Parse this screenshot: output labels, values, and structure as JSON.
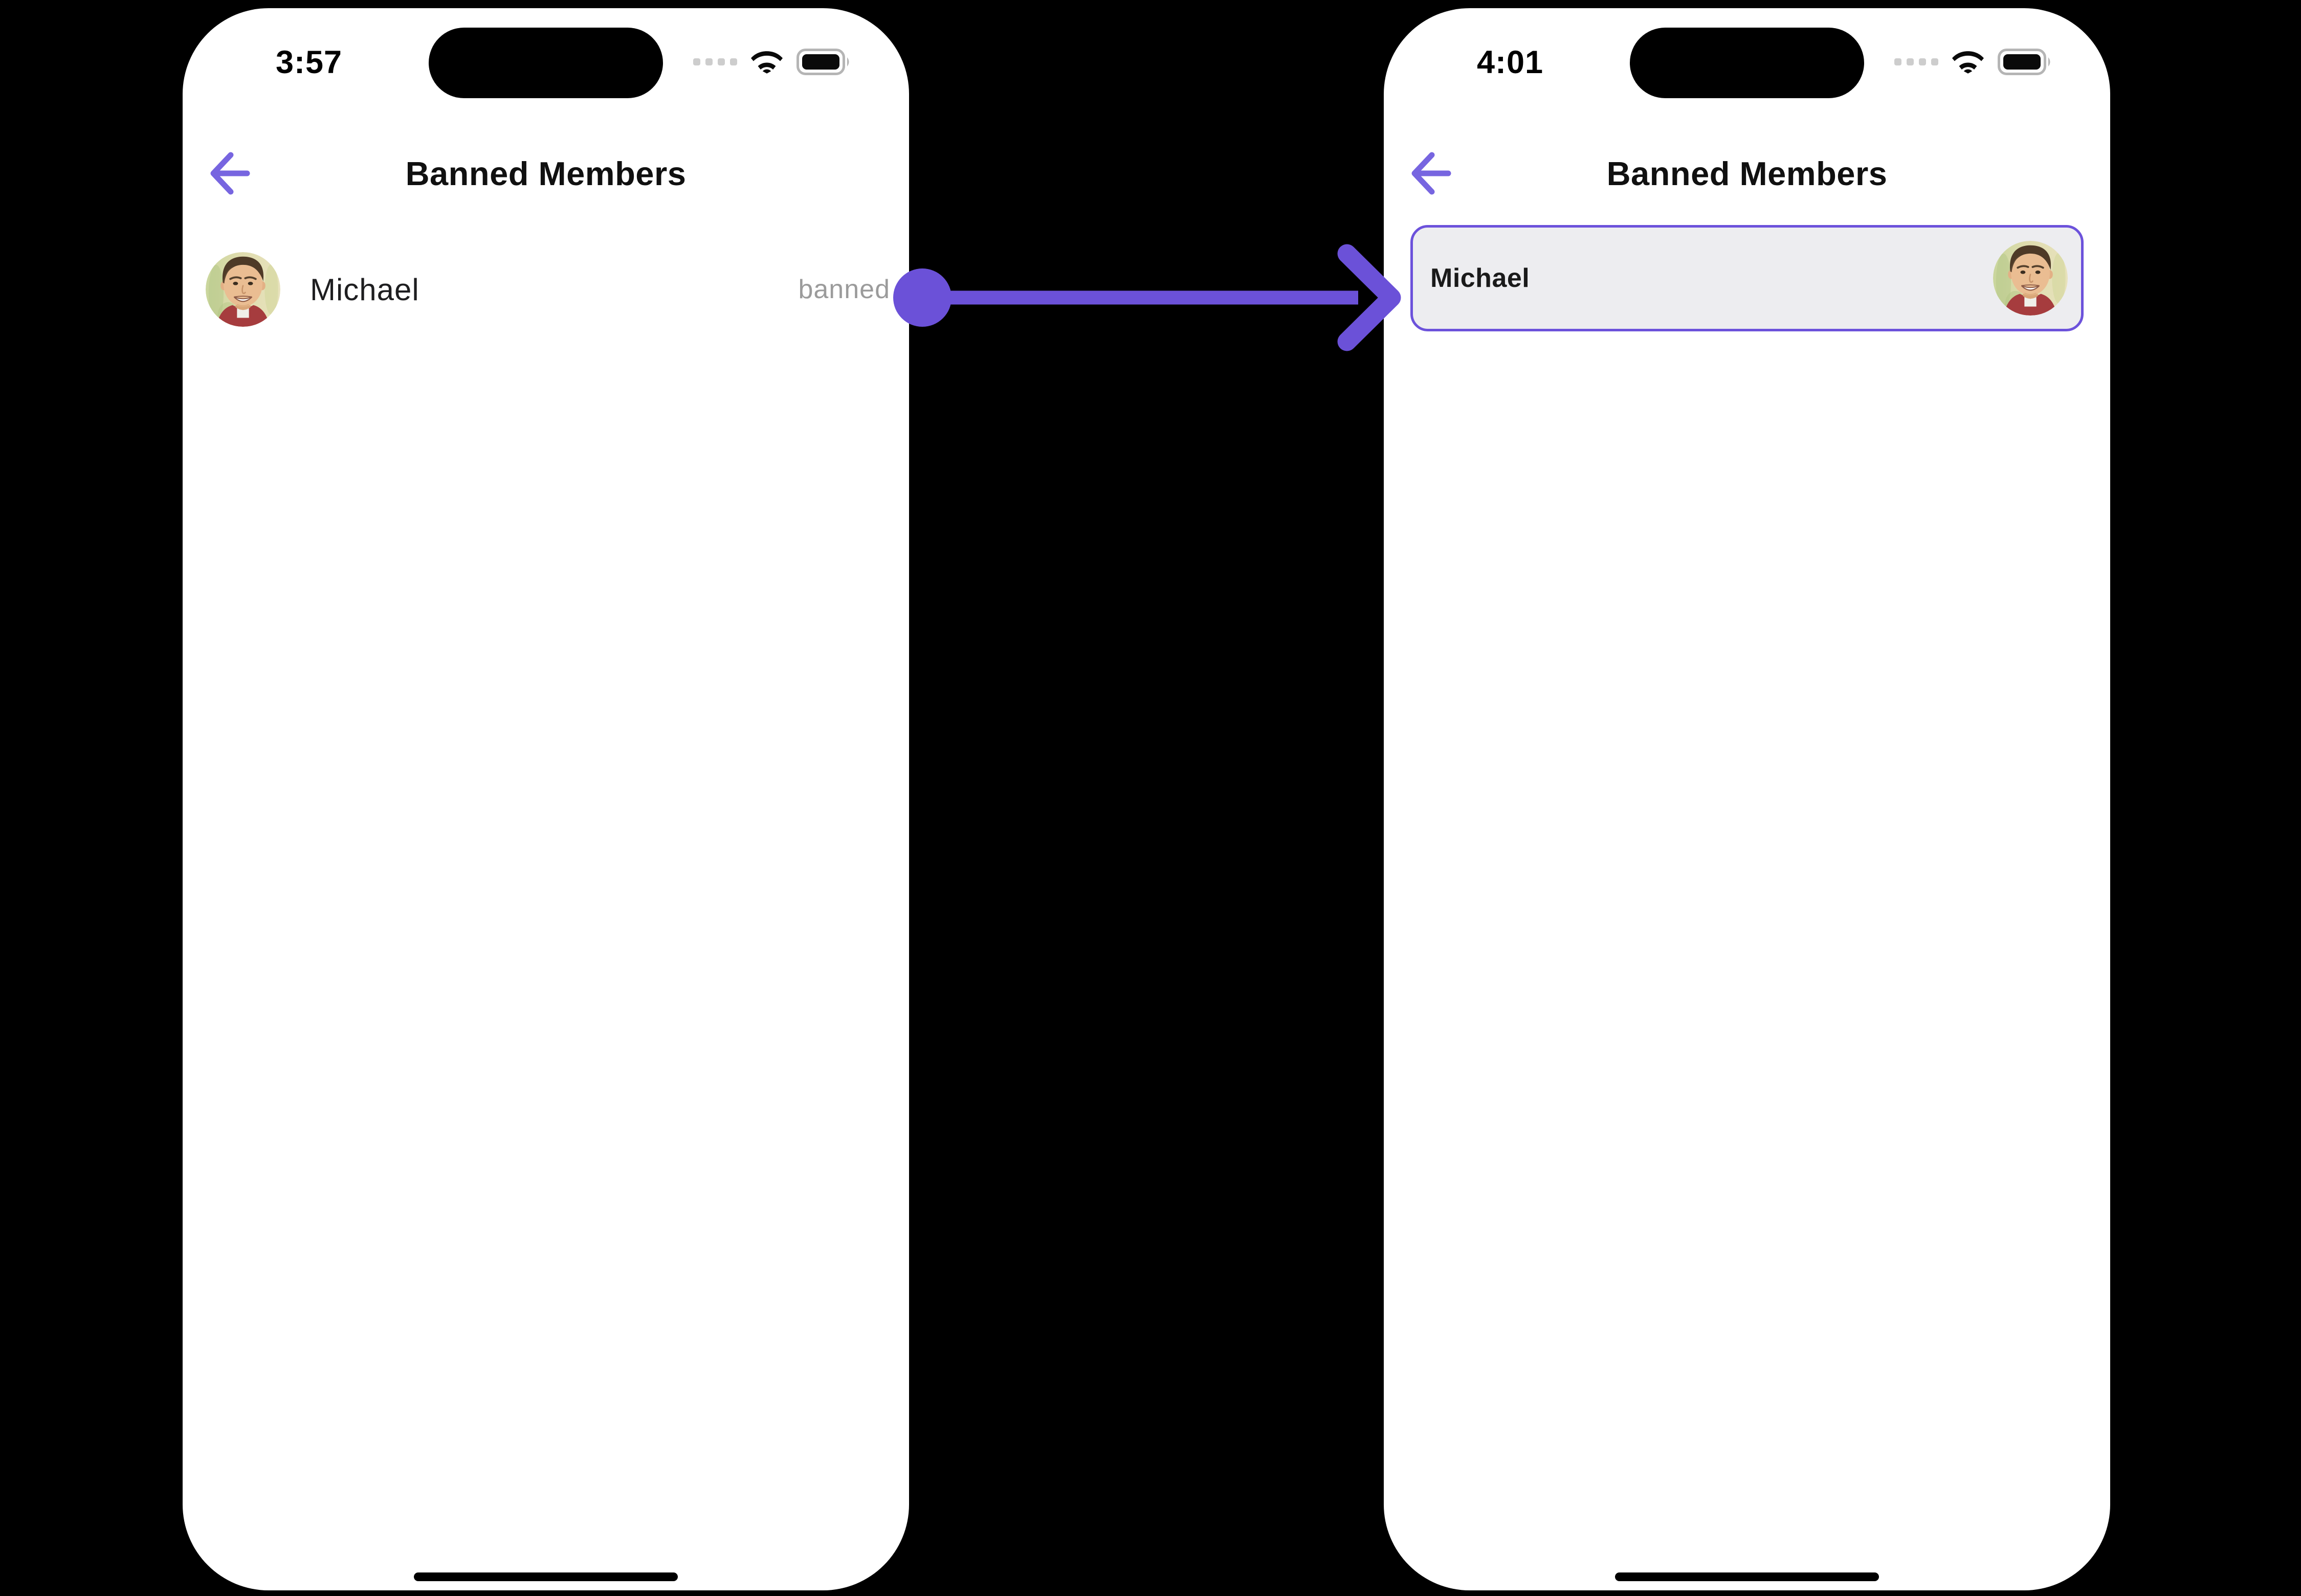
{
  "colors": {
    "canvas_bg": "#000000",
    "phone_bg": "#ffffff",
    "accent_purple": "#6b51d8",
    "back_arrow_purple": "#7765e0",
    "title_color": "#101010",
    "name_color": "#1e1e20",
    "banned_color": "#9b9b9b",
    "selected_box_bg": "#ededf0",
    "selected_box_border": "#6c52db",
    "status_dots": "#cdcdcd",
    "battery_outline": "#b5b5b5"
  },
  "left_phone": {
    "status_bar": {
      "time": "3:57"
    },
    "header": {
      "title": "Banned Members"
    },
    "members": [
      {
        "name": "Michael",
        "status_label": "banned"
      }
    ]
  },
  "right_phone": {
    "status_bar": {
      "time": "4:01"
    },
    "header": {
      "title": "Banned Members"
    },
    "selected_member": {
      "name": "Michael"
    }
  }
}
